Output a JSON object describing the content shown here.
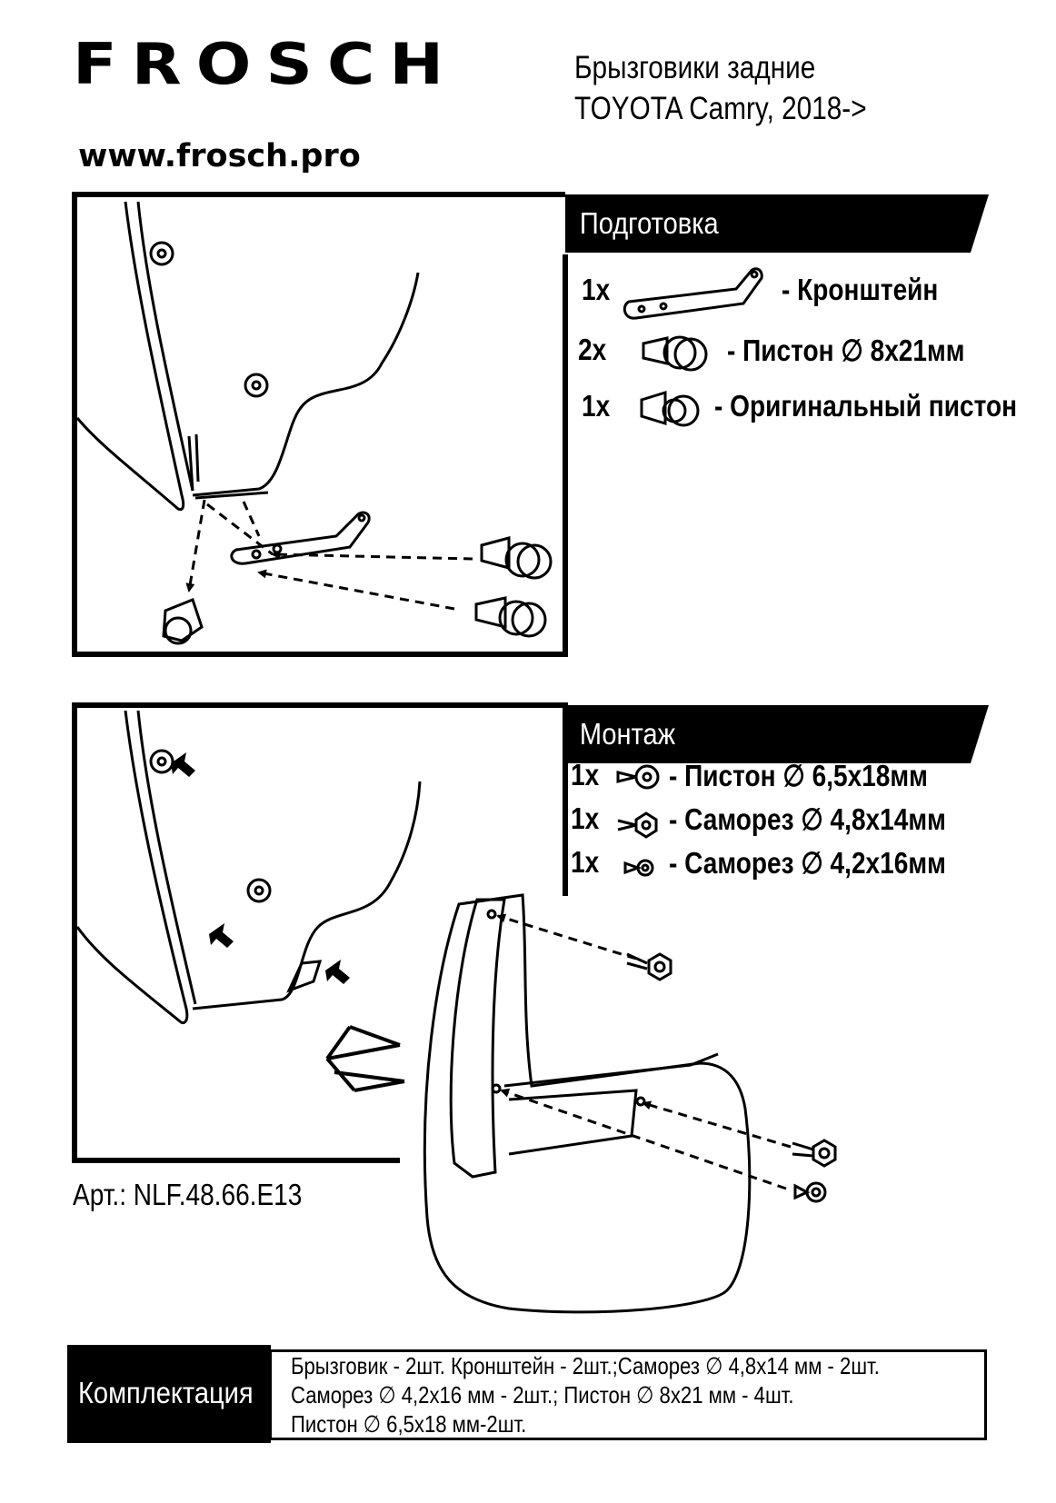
{
  "brand": {
    "logo": "FROSCH",
    "url": "www.frosch.pro"
  },
  "product": {
    "title_line1": "Брызговики задние",
    "title_line2": "TOYOTA Camry, 2018->"
  },
  "preparation": {
    "header": "Подготовка",
    "items": [
      {
        "qty": "1x",
        "label": "- Кронштейн",
        "icon": "bracket-icon"
      },
      {
        "qty": "2x",
        "label": "- Пистон ∅ 8x21мм",
        "icon": "push-clip-icon"
      },
      {
        "qty": "1x",
        "label": "- Оригинальный пистон",
        "icon": "original-clip-icon"
      }
    ]
  },
  "mounting": {
    "header": "Монтаж",
    "items": [
      {
        "qty": "1x",
        "label": "- Пистон ∅ 6,5x18мм",
        "icon": "clip-screw-icon"
      },
      {
        "qty": "1x",
        "label": "- Саморез ∅ 4,8x14мм",
        "icon": "hex-screw-icon"
      },
      {
        "qty": "1x",
        "label": "- Саморез ∅ 4,2x16мм",
        "icon": "pan-screw-icon"
      }
    ]
  },
  "article": "Арт.: NLF.48.66.E13",
  "kit": {
    "label": "Комплектация",
    "line1": "Брызговик - 2шт. Кронштейн - 2шт.;Саморез ∅ 4,8x14 мм - 2шт.",
    "line2": "Саморез ∅ 4,2x16 мм - 2шт.; Пистон ∅ 8x21 мм - 4шт.",
    "line3": "Пистон ∅ 6,5x18 мм-2шт."
  }
}
